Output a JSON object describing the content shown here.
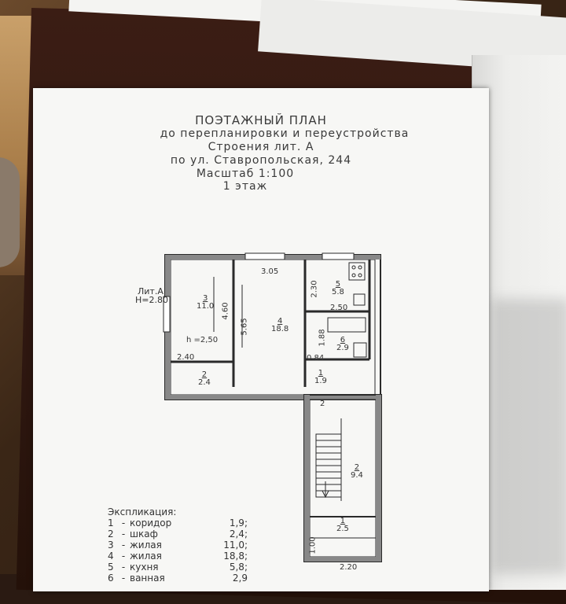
{
  "document": {
    "title_lines": [
      "ПОЭТАЖНЫЙ   ПЛАН",
      "до перепланировки и переустройства",
      "Строения лит. А",
      "по ул. Ставропольская, 244",
      "Масштаб 1:100",
      "1   этаж"
    ]
  },
  "plan": {
    "lit_label": "Лит.А",
    "height_label": "Н=2.80",
    "room_height_label": "h =2,50",
    "dimensions": {
      "d305": "3.05",
      "d460": "4.60",
      "d565": "5.65",
      "d230": "2.30",
      "d250": "2.50",
      "d188": "1.88",
      "d240": "2.40",
      "d084": "0.84",
      "d100": "1.00",
      "d220": "2.20"
    },
    "rooms": [
      {
        "num": "3",
        "area": "11.0"
      },
      {
        "num": "4",
        "area": "18.8"
      },
      {
        "num": "5",
        "area": "5.8"
      },
      {
        "num": "6",
        "area": "2.9"
      },
      {
        "num": "2",
        "area": "2.4"
      },
      {
        "num": "1",
        "area": "1.9"
      },
      {
        "num": "2",
        "area": "9.4"
      },
      {
        "num": "1",
        "area": "2.5"
      }
    ],
    "stair_label": "2"
  },
  "explication": {
    "heading": "Экспликация:",
    "rows": [
      {
        "num": "1",
        "name": "коридор",
        "area": "1,9;"
      },
      {
        "num": "2",
        "name": "шкаф",
        "area": "2,4;"
      },
      {
        "num": "3",
        "name": "жилая",
        "area": "11,0;"
      },
      {
        "num": "4",
        "name": "жилая",
        "area": "18,8;"
      },
      {
        "num": "5",
        "name": "кухня",
        "area": "5,8;"
      },
      {
        "num": "6",
        "name": "ванная",
        "area": "2,9"
      }
    ]
  }
}
